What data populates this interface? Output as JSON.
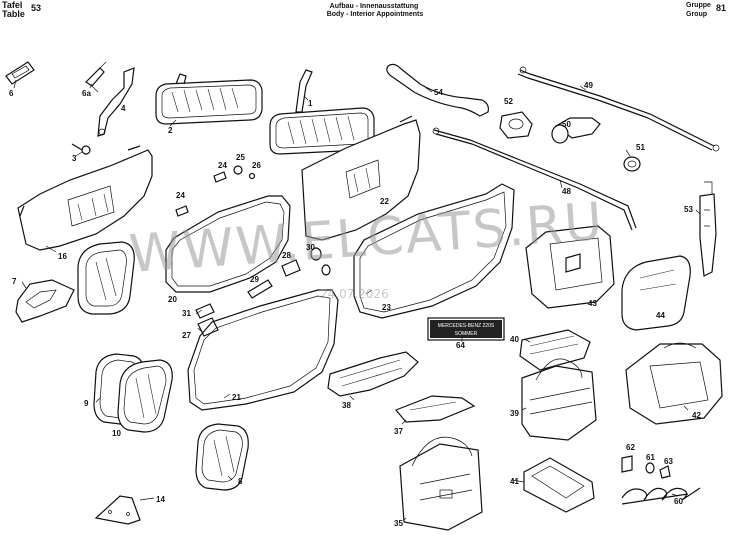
{
  "header": {
    "tafel_label": "Tafel",
    "table_label": "Table",
    "tafel_number": "53",
    "title_de": "Aufbau - Innenausstattung",
    "title_en": "Body - Interior Appointments",
    "gruppe_label": "Gruppe",
    "group_label": "Group",
    "group_number": "81"
  },
  "watermark": {
    "text": "WWW.ELCATS.RU",
    "date": "24.07.2026"
  },
  "plate_text": {
    "line1": "MERCEDES-BENZ 220S",
    "line2": "SOMMER"
  },
  "parts": [
    {
      "id": "p6",
      "label": "6"
    },
    {
      "id": "p6a",
      "label": "6a"
    },
    {
      "id": "p4",
      "label": "4"
    },
    {
      "id": "p2",
      "label": "2"
    },
    {
      "id": "p1",
      "label": "1"
    },
    {
      "id": "p54",
      "label": "54"
    },
    {
      "id": "p49",
      "label": "49"
    },
    {
      "id": "p52",
      "label": "52"
    },
    {
      "id": "p50",
      "label": "50"
    },
    {
      "id": "p3",
      "label": "3"
    },
    {
      "id": "p16",
      "label": "16"
    },
    {
      "id": "p24a",
      "label": "24"
    },
    {
      "id": "p25",
      "label": "25"
    },
    {
      "id": "p26",
      "label": "26"
    },
    {
      "id": "p24b",
      "label": "24"
    },
    {
      "id": "p22",
      "label": "22"
    },
    {
      "id": "p51",
      "label": "51"
    },
    {
      "id": "p48",
      "label": "48"
    },
    {
      "id": "p53",
      "label": "53"
    },
    {
      "id": "p7",
      "label": "7"
    },
    {
      "id": "p20",
      "label": "20"
    },
    {
      "id": "p28",
      "label": "28"
    },
    {
      "id": "p30",
      "label": "30"
    },
    {
      "id": "p29",
      "label": "29"
    },
    {
      "id": "p31",
      "label": "31"
    },
    {
      "id": "p27",
      "label": "27"
    },
    {
      "id": "p23",
      "label": "23"
    },
    {
      "id": "p43",
      "label": "43"
    },
    {
      "id": "p44",
      "label": "44"
    },
    {
      "id": "p64",
      "label": "64"
    },
    {
      "id": "p40",
      "label": "40"
    },
    {
      "id": "p9",
      "label": "9"
    },
    {
      "id": "p10",
      "label": "10"
    },
    {
      "id": "p21",
      "label": "21"
    },
    {
      "id": "p38",
      "label": "38"
    },
    {
      "id": "p39",
      "label": "39"
    },
    {
      "id": "p42",
      "label": "42"
    },
    {
      "id": "p37",
      "label": "37"
    },
    {
      "id": "p8",
      "label": "8"
    },
    {
      "id": "p62",
      "label": "62"
    },
    {
      "id": "p61",
      "label": "61"
    },
    {
      "id": "p63",
      "label": "63"
    },
    {
      "id": "p41",
      "label": "41"
    },
    {
      "id": "p60",
      "label": "60"
    },
    {
      "id": "p14",
      "label": "14"
    },
    {
      "id": "p35",
      "label": "35"
    }
  ]
}
